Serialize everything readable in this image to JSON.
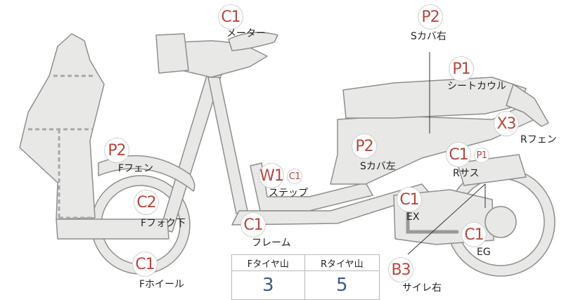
{
  "parts": [
    {
      "id": "meter",
      "code": "C1",
      "label": "メーター"
    },
    {
      "id": "s-cover-right",
      "code": "P2",
      "label": "Sカバ右"
    },
    {
      "id": "seat-cowl",
      "code": "P1",
      "label": "シートカウル"
    },
    {
      "id": "r-fender",
      "code": "X3",
      "label": "Rフェン"
    },
    {
      "id": "f-fender",
      "code": "P2",
      "label": "Fフェン"
    },
    {
      "id": "s-cover-left",
      "code": "P2",
      "label": "Sカバ左"
    },
    {
      "id": "step",
      "code": "W1",
      "sub_code": "C1",
      "label": "ステップ"
    },
    {
      "id": "r-suspension",
      "code": "C1",
      "sub_code": "P1",
      "label": "Rサス"
    },
    {
      "id": "f-fork-lower",
      "code": "C2",
      "label": "Fフォク下"
    },
    {
      "id": "exhaust",
      "code": "C1",
      "label": "EX"
    },
    {
      "id": "engine",
      "code": "C1",
      "label": "EG"
    },
    {
      "id": "frame",
      "code": "C1",
      "label": "フレーム"
    },
    {
      "id": "f-wheel",
      "code": "C1",
      "label": "Fホイール"
    },
    {
      "id": "silencer-right",
      "code": "B3",
      "label": "サイレ右"
    }
  ],
  "tire_table": {
    "front_header": "Fタイヤ山",
    "rear_header": "Rタイヤ山",
    "front_value": "3",
    "rear_value": "5"
  }
}
